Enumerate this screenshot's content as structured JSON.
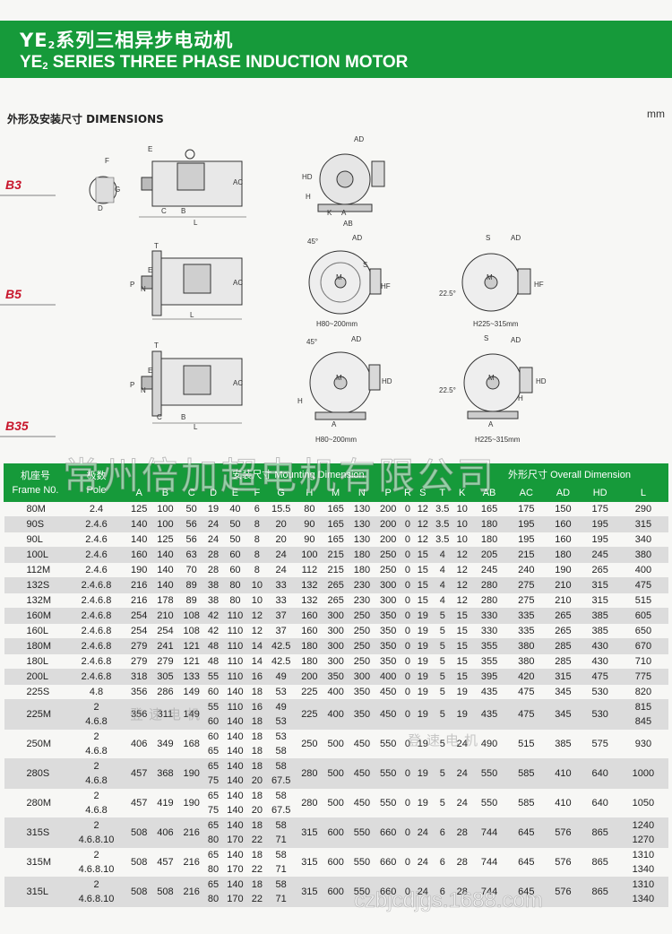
{
  "header": {
    "title_prefix": "YE",
    "title_sub": "2",
    "title_zh": "系列三相异步电动机",
    "title_en_prefix": "YE",
    "title_en_sub": "2",
    "title_en": " SERIES THREE PHASE INDUCTION MOTOR",
    "color": "#169a3a"
  },
  "section": {
    "title": "外形及安装尺寸 DIMENSIONS",
    "unit": "mm"
  },
  "mount_types": [
    "B3",
    "B5",
    "B35"
  ],
  "drawing_labels": {
    "range_small": "H80~200mm",
    "range_large": "H225~315mm",
    "angle45": "45°",
    "angle22": "22.5°"
  },
  "table": {
    "frame_header_zh": "机座号",
    "frame_header_en": "Frame N0.",
    "pole_header_zh": "极数",
    "pole_header_en": "Pole",
    "mounting_header": "安装尺寸 Mounting Dimension",
    "overall_header": "外形尺寸 Overall Dimension",
    "columns": [
      "A",
      "B",
      "C",
      "D",
      "E",
      "F",
      "G",
      "H",
      "M",
      "N",
      "P",
      "R",
      "S",
      "T",
      "K",
      "AB",
      "AC",
      "AD",
      "HD",
      "L"
    ],
    "rows": [
      {
        "frame": "80M",
        "pole": "2.4",
        "v": [
          "125",
          "100",
          "50",
          "19",
          "40",
          "6",
          "15.5",
          "80",
          "165",
          "130",
          "200",
          "0",
          "12",
          "3.5",
          "10",
          "165",
          "175",
          "150",
          "175",
          "290"
        ]
      },
      {
        "frame": "90S",
        "pole": "2.4.6",
        "v": [
          "140",
          "100",
          "56",
          "24",
          "50",
          "8",
          "20",
          "90",
          "165",
          "130",
          "200",
          "0",
          "12",
          "3.5",
          "10",
          "180",
          "195",
          "160",
          "195",
          "315"
        ]
      },
      {
        "frame": "90L",
        "pole": "2.4.6",
        "v": [
          "140",
          "125",
          "56",
          "24",
          "50",
          "8",
          "20",
          "90",
          "165",
          "130",
          "200",
          "0",
          "12",
          "3.5",
          "10",
          "180",
          "195",
          "160",
          "195",
          "340"
        ]
      },
      {
        "frame": "100L",
        "pole": "2.4.6",
        "v": [
          "160",
          "140",
          "63",
          "28",
          "60",
          "8",
          "24",
          "100",
          "215",
          "180",
          "250",
          "0",
          "15",
          "4",
          "12",
          "205",
          "215",
          "180",
          "245",
          "380"
        ]
      },
      {
        "frame": "112M",
        "pole": "2.4.6",
        "v": [
          "190",
          "140",
          "70",
          "28",
          "60",
          "8",
          "24",
          "112",
          "215",
          "180",
          "250",
          "0",
          "15",
          "4",
          "12",
          "245",
          "240",
          "190",
          "265",
          "400"
        ]
      },
      {
        "frame": "132S",
        "pole": "2.4.6.8",
        "v": [
          "216",
          "140",
          "89",
          "38",
          "80",
          "10",
          "33",
          "132",
          "265",
          "230",
          "300",
          "0",
          "15",
          "4",
          "12",
          "280",
          "275",
          "210",
          "315",
          "475"
        ]
      },
      {
        "frame": "132M",
        "pole": "2.4.6.8",
        "v": [
          "216",
          "178",
          "89",
          "38",
          "80",
          "10",
          "33",
          "132",
          "265",
          "230",
          "300",
          "0",
          "15",
          "4",
          "12",
          "280",
          "275",
          "210",
          "315",
          "515"
        ]
      },
      {
        "frame": "160M",
        "pole": "2.4.6.8",
        "v": [
          "254",
          "210",
          "108",
          "42",
          "110",
          "12",
          "37",
          "160",
          "300",
          "250",
          "350",
          "0",
          "19",
          "5",
          "15",
          "330",
          "335",
          "265",
          "385",
          "605"
        ]
      },
      {
        "frame": "160L",
        "pole": "2.4.6.8",
        "v": [
          "254",
          "254",
          "108",
          "42",
          "110",
          "12",
          "37",
          "160",
          "300",
          "250",
          "350",
          "0",
          "19",
          "5",
          "15",
          "330",
          "335",
          "265",
          "385",
          "650"
        ]
      },
      {
        "frame": "180M",
        "pole": "2.4.6.8",
        "v": [
          "279",
          "241",
          "121",
          "48",
          "110",
          "14",
          "42.5",
          "180",
          "300",
          "250",
          "350",
          "0",
          "19",
          "5",
          "15",
          "355",
          "380",
          "285",
          "430",
          "670"
        ]
      },
      {
        "frame": "180L",
        "pole": "2.4.6.8",
        "v": [
          "279",
          "279",
          "121",
          "48",
          "110",
          "14",
          "42.5",
          "180",
          "300",
          "250",
          "350",
          "0",
          "19",
          "5",
          "15",
          "355",
          "380",
          "285",
          "430",
          "710"
        ]
      },
      {
        "frame": "200L",
        "pole": "2.4.6.8",
        "v": [
          "318",
          "305",
          "133",
          "55",
          "110",
          "16",
          "49",
          "200",
          "350",
          "300",
          "400",
          "0",
          "19",
          "5",
          "15",
          "395",
          "420",
          "315",
          "475",
          "775"
        ]
      },
      {
        "frame": "225S",
        "pole": "4.8",
        "v": [
          "356",
          "286",
          "149",
          "60",
          "140",
          "18",
          "53",
          "225",
          "400",
          "350",
          "450",
          "0",
          "19",
          "5",
          "19",
          "435",
          "475",
          "345",
          "530",
          "820"
        ]
      }
    ],
    "multi_rows": [
      {
        "frame": "225M",
        "pole": [
          "2",
          "4.6.8"
        ],
        "A": "356",
        "B": "311",
        "C": "149",
        "D": [
          "55",
          "60"
        ],
        "E": [
          "110",
          "140"
        ],
        "F": [
          "16",
          "18"
        ],
        "G": [
          "49",
          "53"
        ],
        "rest": [
          "225",
          "400",
          "350",
          "450",
          "0",
          "19",
          "5",
          "19",
          "435",
          "475",
          "345",
          "530"
        ],
        "L": [
          "815",
          "845"
        ]
      },
      {
        "frame": "250M",
        "pole": [
          "2",
          "4.6.8"
        ],
        "A": "406",
        "B": "349",
        "C": "168",
        "D": [
          "60",
          "65"
        ],
        "E": [
          "140",
          "140"
        ],
        "F": [
          "18",
          "18"
        ],
        "G": [
          "53",
          "58"
        ],
        "rest": [
          "250",
          "500",
          "450",
          "550",
          "0",
          "19",
          "5",
          "24",
          "490",
          "515",
          "385",
          "575"
        ],
        "L": [
          "930"
        ]
      },
      {
        "frame": "280S",
        "pole": [
          "2",
          "4.6.8"
        ],
        "A": "457",
        "B": "368",
        "C": "190",
        "D": [
          "65",
          "75"
        ],
        "E": [
          "140",
          "140"
        ],
        "F": [
          "18",
          "20"
        ],
        "G": [
          "58",
          "67.5"
        ],
        "rest": [
          "280",
          "500",
          "450",
          "550",
          "0",
          "19",
          "5",
          "24",
          "550",
          "585",
          "410",
          "640"
        ],
        "L": [
          "1000"
        ]
      },
      {
        "frame": "280M",
        "pole": [
          "2",
          "4.6.8"
        ],
        "A": "457",
        "B": "419",
        "C": "190",
        "D": [
          "65",
          "75"
        ],
        "E": [
          "140",
          "140"
        ],
        "F": [
          "18",
          "20"
        ],
        "G": [
          "58",
          "67.5"
        ],
        "rest": [
          "280",
          "500",
          "450",
          "550",
          "0",
          "19",
          "5",
          "24",
          "550",
          "585",
          "410",
          "640"
        ],
        "L": [
          "1050"
        ]
      },
      {
        "frame": "315S",
        "pole": [
          "2",
          "4.6.8.10"
        ],
        "A": "508",
        "B": "406",
        "C": "216",
        "D": [
          "65",
          "80"
        ],
        "E": [
          "140",
          "170"
        ],
        "F": [
          "18",
          "22"
        ],
        "G": [
          "58",
          "71"
        ],
        "rest": [
          "315",
          "600",
          "550",
          "660",
          "0",
          "24",
          "6",
          "28",
          "744",
          "645",
          "576",
          "865"
        ],
        "L": [
          "1240",
          "1270"
        ]
      },
      {
        "frame": "315M",
        "pole": [
          "2",
          "4.6.8.10"
        ],
        "A": "508",
        "B": "457",
        "C": "216",
        "D": [
          "65",
          "80"
        ],
        "E": [
          "140",
          "170"
        ],
        "F": [
          "18",
          "22"
        ],
        "G": [
          "58",
          "71"
        ],
        "rest": [
          "315",
          "600",
          "550",
          "660",
          "0",
          "24",
          "6",
          "28",
          "744",
          "645",
          "576",
          "865"
        ],
        "L": [
          "1310",
          "1340"
        ]
      },
      {
        "frame": "315L",
        "pole": [
          "2",
          "4.6.8.10"
        ],
        "A": "508",
        "B": "508",
        "C": "216",
        "D": [
          "65",
          "80"
        ],
        "E": [
          "140",
          "170"
        ],
        "F": [
          "18",
          "22"
        ],
        "G": [
          "58",
          "71"
        ],
        "rest": [
          "315",
          "600",
          "550",
          "660",
          "0",
          "24",
          "6",
          "28",
          "744",
          "645",
          "576",
          "865"
        ],
        "L": [
          "1310",
          "1340"
        ]
      }
    ]
  },
  "watermarks": {
    "main": "常州倍加超电机有限公司",
    "small": "登速电机",
    "url": "czbjcdjgs.1688.com"
  }
}
